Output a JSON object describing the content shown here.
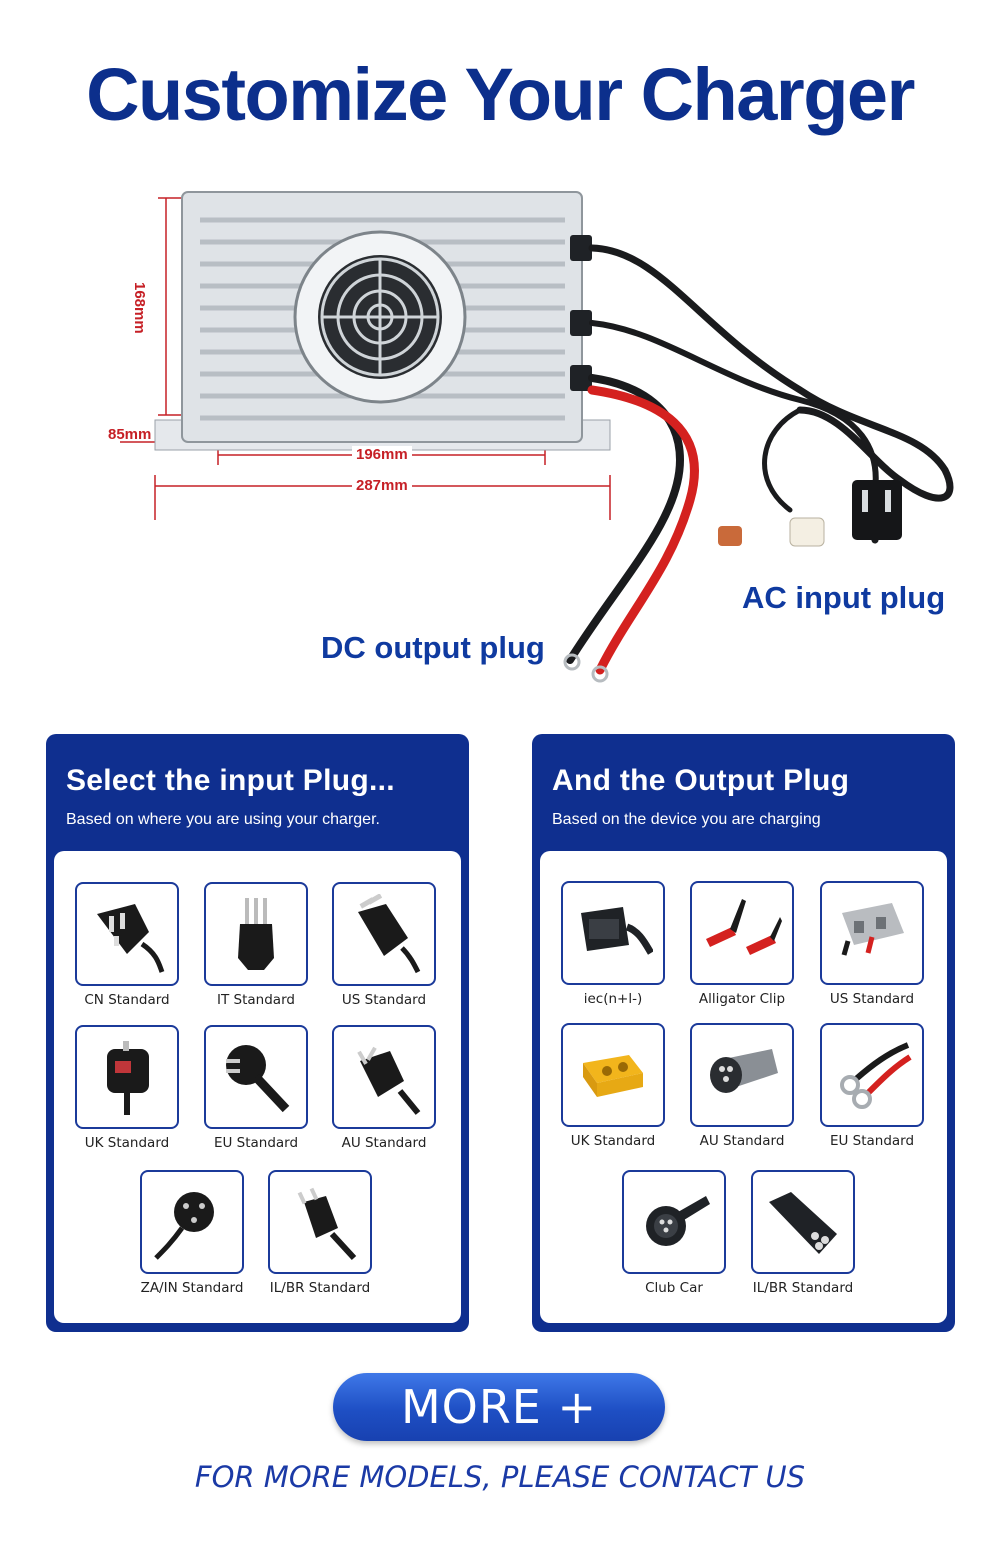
{
  "title": "Customize Your Charger",
  "dimensions": {
    "height": "168mm",
    "depth": "85mm",
    "inner_width": "196mm",
    "outer_width": "287mm"
  },
  "callouts": {
    "ac": "AC input plug",
    "dc": "DC output plug"
  },
  "input_panel": {
    "heading": "Select the input Plug...",
    "subheading": "Based on where you are using your charger.",
    "items": [
      {
        "label": "CN Standard",
        "icon": "cn-plug-icon"
      },
      {
        "label": "IT Standard",
        "icon": "it-plug-icon"
      },
      {
        "label": "US Standard",
        "icon": "us-plug-icon"
      },
      {
        "label": "UK Standard",
        "icon": "uk-plug-icon"
      },
      {
        "label": "EU Standard",
        "icon": "eu-plug-icon"
      },
      {
        "label": "AU Standard",
        "icon": "au-plug-icon"
      },
      {
        "label": "ZA/IN Standard",
        "icon": "za-in-plug-icon"
      },
      {
        "label": "IL/BR Standard",
        "icon": "il-br-plug-icon"
      }
    ]
  },
  "output_panel": {
    "heading": "And the Output Plug",
    "subheading": "Based on the device you are charging",
    "items": [
      {
        "label": "iec(n+l-)",
        "icon": "iec-connector-icon"
      },
      {
        "label": "Alligator Clip",
        "icon": "alligator-clip-icon"
      },
      {
        "label": "US Standard",
        "icon": "anderson-connector-icon"
      },
      {
        "label": "UK Standard",
        "icon": "xt-connector-icon"
      },
      {
        "label": "AU Standard",
        "icon": "round-connector-icon"
      },
      {
        "label": "EU Standard",
        "icon": "ring-terminal-icon"
      },
      {
        "label": "Club Car",
        "icon": "club-car-plug-icon"
      },
      {
        "label": "IL/BR Standard",
        "icon": "tri-pin-plug-icon"
      }
    ]
  },
  "more_button": "MORE +",
  "footer": "FOR MORE MODELS, PLEASE CONTACT US",
  "colors": {
    "brand_blue": "#0c2f8c",
    "panel_blue": "#0f2f8f",
    "dimension_red": "#c62026"
  }
}
